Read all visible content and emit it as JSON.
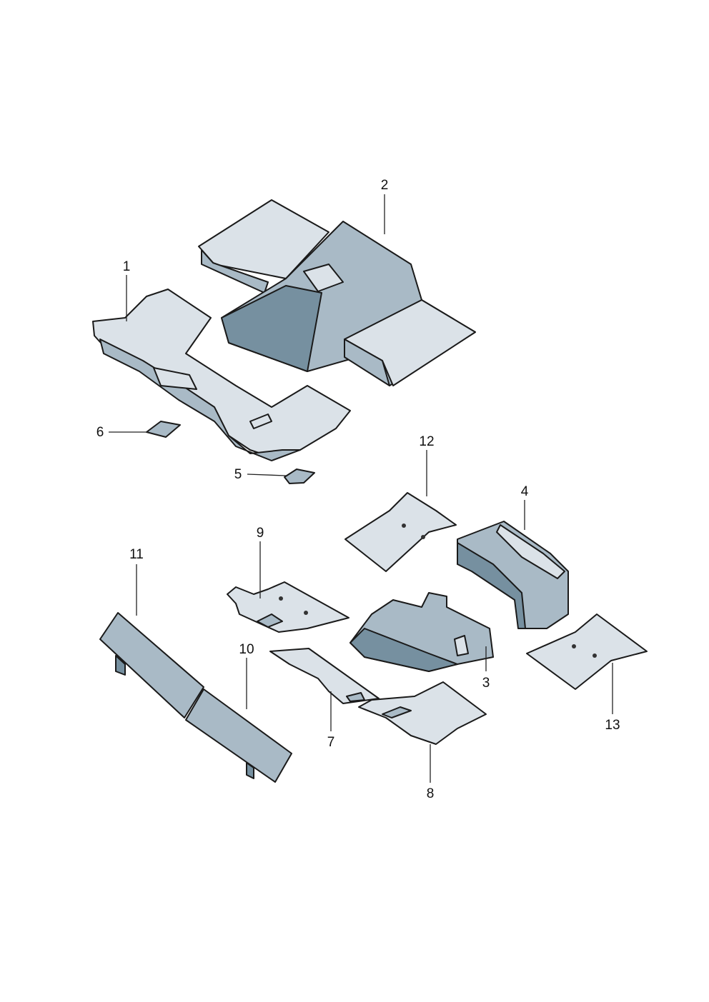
{
  "diagram": {
    "type": "exploded-parts-diagram",
    "colors": {
      "light": "#dbe2e8",
      "mid": "#a9bac6",
      "dark": "#7690a0",
      "outline": "#1a1a1a"
    },
    "callouts": [
      {
        "id": "1",
        "label": "1"
      },
      {
        "id": "2",
        "label": "2"
      },
      {
        "id": "3",
        "label": "3"
      },
      {
        "id": "4",
        "label": "4"
      },
      {
        "id": "5",
        "label": "5"
      },
      {
        "id": "6",
        "label": "6"
      },
      {
        "id": "7",
        "label": "7"
      },
      {
        "id": "8",
        "label": "8"
      },
      {
        "id": "9",
        "label": "9"
      },
      {
        "id": "10",
        "label": "10"
      },
      {
        "id": "11",
        "label": "11"
      },
      {
        "id": "12",
        "label": "12"
      },
      {
        "id": "13",
        "label": "13"
      }
    ]
  }
}
